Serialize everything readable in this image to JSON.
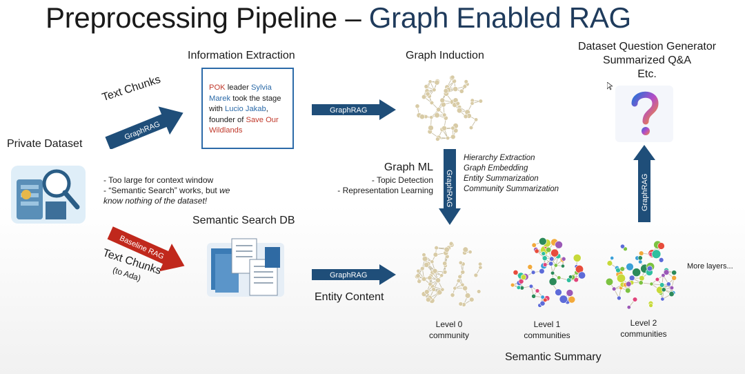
{
  "title": {
    "part1": "Preprocessing Pipeline – ",
    "part2": "Graph Enabled RAG"
  },
  "labels": {
    "private_dataset": "Private Dataset",
    "info_extraction": "Information Extraction",
    "graph_induction": "Graph Induction",
    "dataset_q_gen": "Dataset Question Generator",
    "summarized_qa": "Summarized Q&A",
    "etc": "Etc.",
    "semantic_search_db": "Semantic Search DB",
    "entity_content": "Entity Content",
    "semantic_summary": "Semantic Summary",
    "more_layers": "More layers...",
    "text_chunks_top": "Text Chunks",
    "text_chunks_bottom": "Text Chunks",
    "to_ada": "(to Ada)"
  },
  "arrows": {
    "graphrag_a": "GraphRAG",
    "graphrag_b": "GraphRAG",
    "graphrag_c": "GraphRAG",
    "graphrag_d": "GraphRAG",
    "graphrag_e": "GraphRAG",
    "baseline_rag": "Baseline RAG"
  },
  "info_text": {
    "w1": "POK",
    "w2": " leader ",
    "w3": "Sylvia",
    "w4": "Marek",
    "w5": " took the stage",
    "w6": "with ",
    "w7": "Lucio Jakab",
    "w8": ",",
    "w9": "founder of ",
    "w10": "Save Our",
    "w11": "Wildlands"
  },
  "dataset_notes": {
    "line1": "- Too large for context window",
    "line2a": "- “Semantic Search” works, but ",
    "line2b": "we",
    "line3": "know nothing of the dataset!"
  },
  "graph_ml": {
    "title": "Graph ML",
    "item1": "- Topic Detection",
    "item2": "- Representation Learning"
  },
  "graph_tasks": [
    "Hierarchy Extraction",
    "Graph Embedding",
    "Entity Summarization",
    "Community Summarization"
  ],
  "levels": {
    "l0a": "Level 0",
    "l0b": "community",
    "l1a": "Level 1",
    "l1b": "communities",
    "l2a": "Level 2",
    "l2b": "communities"
  },
  "icons": {
    "question": "question-mark-icon",
    "database": "database-icon",
    "documents": "documents-icon",
    "cursor": "mouse-cursor-icon"
  },
  "colors": {
    "title_accent": "#1f3b5c",
    "arrow_blue": "#1f4e79",
    "arrow_red": "#c0281c",
    "graph_beige": "#d8cba6",
    "highlight_red": "#c0392b",
    "highlight_blue": "#2b6aa8"
  }
}
